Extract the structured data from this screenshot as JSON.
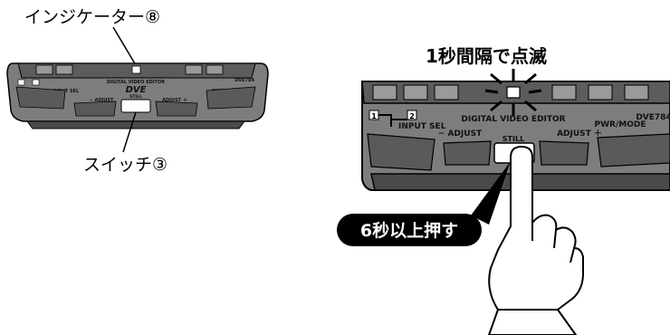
{
  "labels": {
    "indicator": "インジケーター⑧",
    "switch": "スイッチ③",
    "blink": "1秒間隔で点滅",
    "press": "6秒以上押す"
  },
  "device": {
    "name": "DIGITAL VIDEO EDITOR",
    "logo": "DVE",
    "model": "DVE784",
    "input_sel": "INPUT SEL",
    "input_1": "1",
    "input_2": "2",
    "adjust_minus": "− ADJUST",
    "adjust_plus": "ADJUST ＋",
    "still": "STILL",
    "pwr_mode": "PWR/MODE"
  },
  "colors": {
    "device_body": "#7d7d7d",
    "device_dark": "#4a4a4a",
    "outline": "#000000"
  }
}
